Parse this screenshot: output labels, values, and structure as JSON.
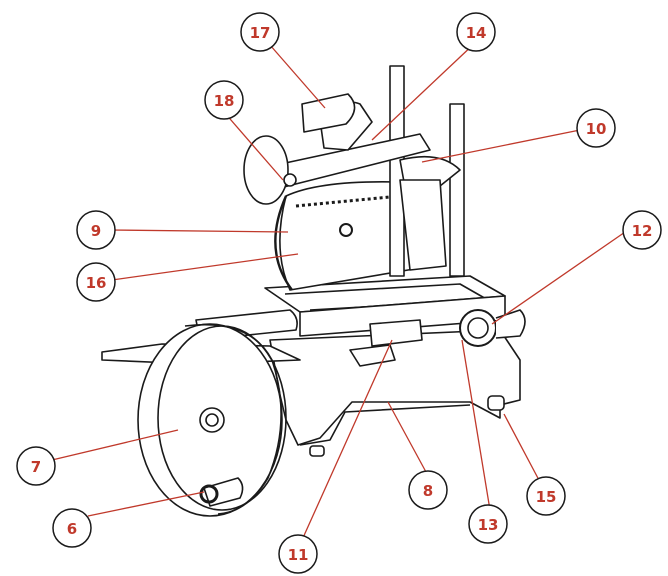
{
  "diagram": {
    "accent_color": "#c0392b",
    "line_color": "#1a1a1a",
    "callouts": [
      {
        "id": "17",
        "label": "17"
      },
      {
        "id": "14",
        "label": "14"
      },
      {
        "id": "18",
        "label": "18"
      },
      {
        "id": "10",
        "label": "10"
      },
      {
        "id": "9",
        "label": "9"
      },
      {
        "id": "12",
        "label": "12"
      },
      {
        "id": "16",
        "label": "16"
      },
      {
        "id": "7",
        "label": "7"
      },
      {
        "id": "8",
        "label": "8"
      },
      {
        "id": "15",
        "label": "15"
      },
      {
        "id": "6",
        "label": "6"
      },
      {
        "id": "13",
        "label": "13"
      },
      {
        "id": "11",
        "label": "11"
      }
    ]
  }
}
